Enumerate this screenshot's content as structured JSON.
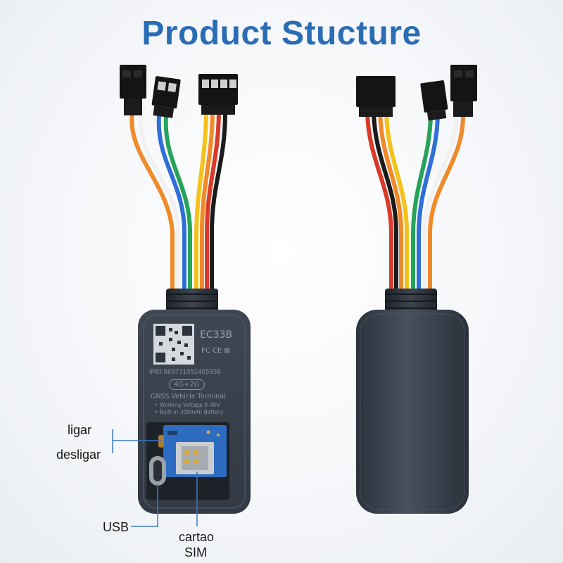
{
  "title": "Product Stucture",
  "colors": {
    "title": "#2a6db5",
    "device_body": "#3b4350",
    "device_body_dark": "#2c333d",
    "leader_line": "#3b78c3",
    "wire_orange": "#f08a2a",
    "wire_white": "#f1f1f1",
    "wire_blue": "#2f6fd6",
    "wire_green": "#26a35a",
    "wire_yellow": "#f3c21c",
    "wire_red": "#d93a2a",
    "wire_black": "#1b1b1b",
    "pcb_blue": "#2d6cc0"
  },
  "device_label": {
    "model": "EC33B",
    "certs": "FC CE ⊠",
    "imei": "IMEI:869731051465938",
    "network": "4G+2G",
    "name": "GNSS Vehicle Terminal",
    "spec_voltage": "• Working Voltage 9-90V",
    "spec_battery": "• Built-in 300mAh Battery"
  },
  "callouts": {
    "power_on": "ligar",
    "power_off": "desligar",
    "usb": "USB",
    "sim_line1": "cartao",
    "sim_line2": "SIM"
  },
  "icons": [
    "qr-code-icon",
    "connector-icon",
    "usb-port-icon",
    "sim-slot-icon"
  ]
}
